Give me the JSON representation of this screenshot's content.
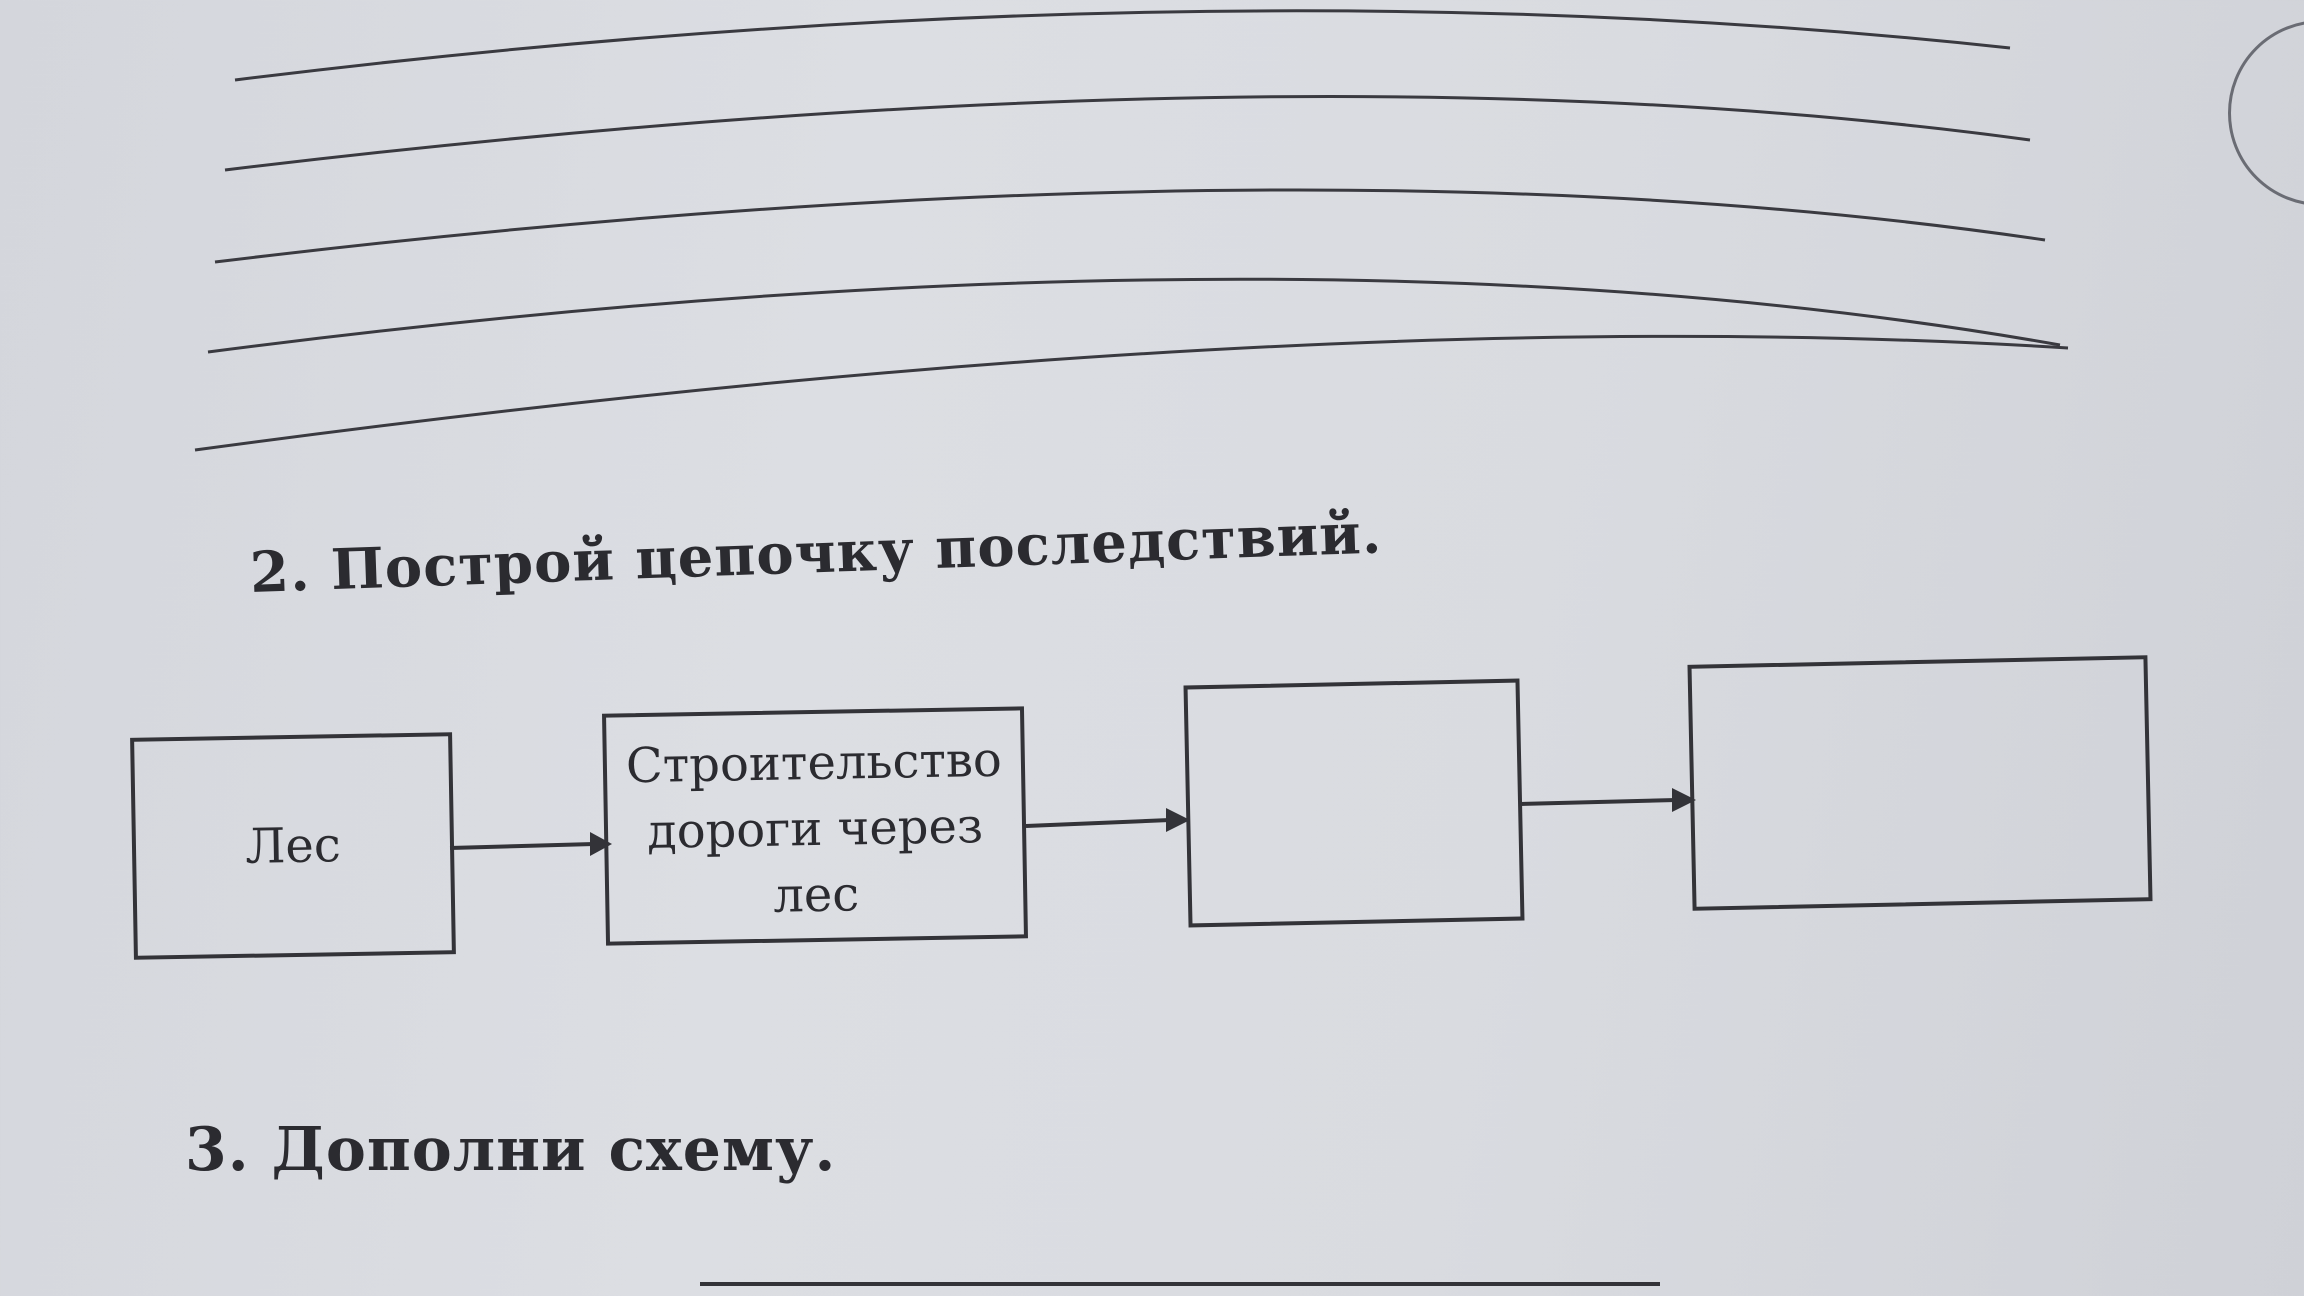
{
  "task2": {
    "title": "2. Построй цепочку последствий."
  },
  "chain": {
    "boxes": [
      {
        "label": "Лес"
      },
      {
        "label": "Строительство дороги через лес"
      },
      {
        "label": ""
      },
      {
        "label": ""
      }
    ]
  },
  "task3": {
    "title": "3. Дополни схему."
  },
  "colors": {
    "ink": "#333338",
    "paper": "#d9dbe0"
  }
}
